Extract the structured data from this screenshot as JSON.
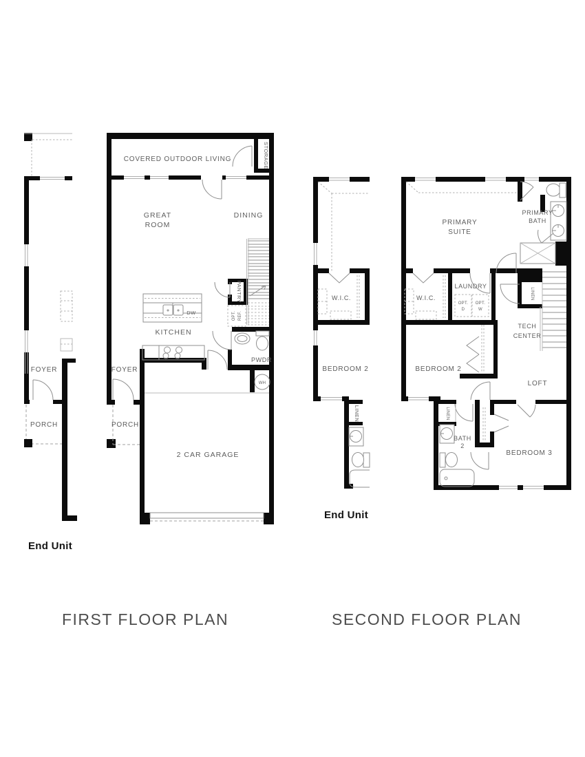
{
  "palette": {
    "wall_color": "#0c0c0c",
    "thin_line_color": "#8f8f8f",
    "dash_color": "#a2a2a2",
    "label_color": "#5d5d5d",
    "title_color": "#4d4d4d",
    "end_unit_color": "#141414"
  },
  "floors": {
    "first": {
      "title": "FIRST FLOOR PLAN",
      "end_unit": "End Unit",
      "labels": {
        "covered_outdoor_living": "COVERED OUTDOOR LIVING",
        "storage": "STORAGE",
        "great_room_1": "GREAT",
        "great_room_2": "ROOM",
        "dining": "DINING",
        "pantry": "PANTRY",
        "opt_ref_1": "OPT.",
        "opt_ref_2": "REF.",
        "dw": "DW",
        "kitchen": "KITCHEN",
        "foyer": "FOYER",
        "porch": "PORCH",
        "neighbor_foyer": "FOYER",
        "neighbor_porch": "PORCH",
        "pwdr": "PWDR",
        "wh": "WH",
        "garage": "2 CAR GARAGE"
      }
    },
    "second": {
      "title": "SECOND FLOOR PLAN",
      "end_unit": "End Unit",
      "labels": {
        "primary_suite_1": "PRIMARY",
        "primary_suite_2": "SUITE",
        "primary_bath_1": "PRIMARY",
        "primary_bath_2": "BATH",
        "wic": "W.I.C.",
        "neighbor_wic": "W.I.C.",
        "laundry": "LAUNDRY",
        "opt_d_1": "OPT.",
        "opt_d_2": "D",
        "opt_w_1": "OPT.",
        "opt_w_2": "W",
        "linen_hall": "LINEN",
        "linen_bath": "LINEN",
        "neighbor_linen": "LINEN",
        "tech_center_1": "TECH",
        "tech_center_2": "CENTER",
        "loft": "LOFT",
        "bedroom2": "BEDROOM 2",
        "neighbor_bedroom2": "BEDROOM 2",
        "bath2_1": "BATH",
        "bath2_2": "2",
        "bedroom3": "BEDROOM 3"
      }
    }
  }
}
